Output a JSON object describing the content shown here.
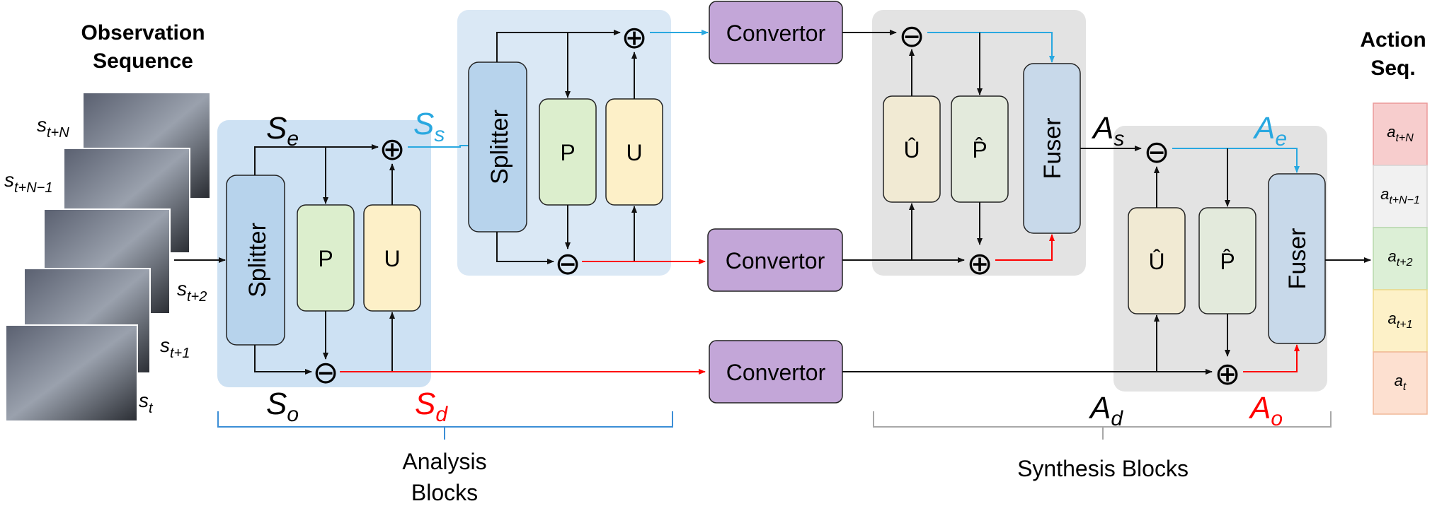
{
  "observation": {
    "title_line1": "Observation",
    "title_line2": "Sequence",
    "frame_labels": [
      {
        "base": "s",
        "sub": "t+N"
      },
      {
        "base": "s",
        "sub": "t+N−1"
      },
      {
        "base": "s",
        "sub": "t+2"
      },
      {
        "base": "s",
        "sub": "t+1"
      },
      {
        "base": "s",
        "sub": "t"
      }
    ]
  },
  "action": {
    "title_line1": "Action",
    "title_line2": "Seq.",
    "cells": [
      {
        "base": "a",
        "sub": "t+N",
        "color": "#f7cdcd",
        "stroke": "#ec9a9a"
      },
      {
        "base": "a",
        "sub": "t+N−1",
        "color": "#f1f1f1",
        "stroke": "#d6d6d6"
      },
      {
        "base": "a",
        "sub": "t+2",
        "color": "#dcefd6",
        "stroke": "#b6d8ab"
      },
      {
        "base": "a",
        "sub": "t+1",
        "color": "#fdf1c8",
        "stroke": "#efd98b"
      },
      {
        "base": "a",
        "sub": "t",
        "color": "#fde0d0",
        "stroke": "#f1b898"
      }
    ]
  },
  "blocks": {
    "splitter": "Splitter",
    "p": "P",
    "u": "U",
    "p_hat": "P̂",
    "u_hat": "Û",
    "fuser": "Fuser",
    "convertor": "Convertor"
  },
  "ops": {
    "plus": "⊕",
    "minus": "⊖"
  },
  "signals": {
    "se": {
      "base": "S",
      "sub": "e"
    },
    "so": {
      "base": "S",
      "sub": "o"
    },
    "ss": {
      "base": "S",
      "sub": "s"
    },
    "sd": {
      "base": "S",
      "sub": "d"
    },
    "as": {
      "base": "A",
      "sub": "s"
    },
    "ae": {
      "base": "A",
      "sub": "e"
    },
    "ad": {
      "base": "A",
      "sub": "d"
    },
    "ao": {
      "base": "A",
      "sub": "o"
    }
  },
  "groups": {
    "analysis_line1": "Analysis",
    "analysis_line2": "Blocks",
    "synthesis": "Synthesis Blocks"
  },
  "colors": {
    "blue": "#29a8e0",
    "red": "#ff0000",
    "splitter": "#b7d3ec",
    "p": "#dceecd",
    "u": "#fdf0c8",
    "convertor": "#c3a6d8",
    "fuser": "#c8d9ea",
    "analysis_bg": "#cde1f3",
    "synthesis_bg": "#e3e3e3",
    "hat_u": "#f1ead3",
    "hat_p": "#e3eadc",
    "brace_analysis": "#3b8ed6",
    "brace_synthesis": "#a8a8a8"
  }
}
